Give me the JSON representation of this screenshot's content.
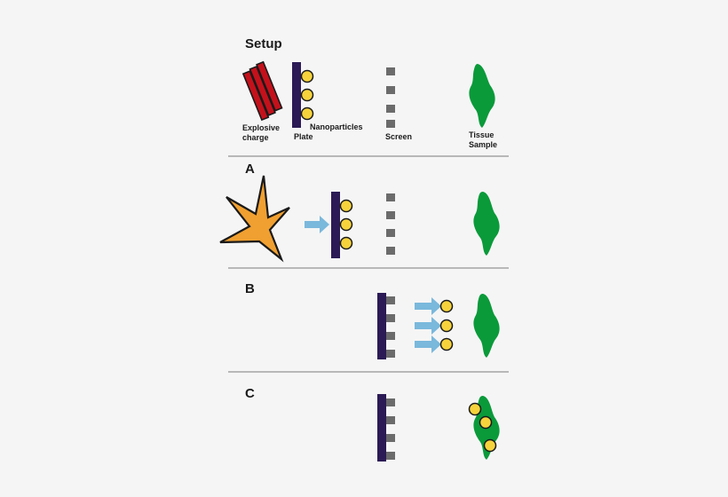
{
  "colors": {
    "background": "#f5f5f5",
    "plate": "#2b1a55",
    "nanoparticle_fill": "#f6d33c",
    "nanoparticle_stroke": "#1a1a1a",
    "screen": "#6b6b6b",
    "tissue": "#0a9a3a",
    "explosive": "#c4111b",
    "explosion": "#f0a030",
    "arrow": "#7ab8dc",
    "divider": "#b8b8b8"
  },
  "setup": {
    "title": "Setup",
    "labels": {
      "explosive_line1": "Explosive",
      "explosive_line2": "charge",
      "plate": "Plate",
      "nanoparticles": "Nanoparticles",
      "screen": "Screen",
      "tissue_line1": "Tissue",
      "tissue_line2": "Sample"
    }
  },
  "panels": {
    "a": {
      "label": "A"
    },
    "b": {
      "label": "B"
    },
    "c": {
      "label": "C"
    }
  },
  "icons": [
    "explosive-charge-icon",
    "explosion-icon",
    "plate-icon",
    "nanoparticle-icon",
    "screen-icon",
    "tissue-sample-icon",
    "arrow-icon"
  ]
}
